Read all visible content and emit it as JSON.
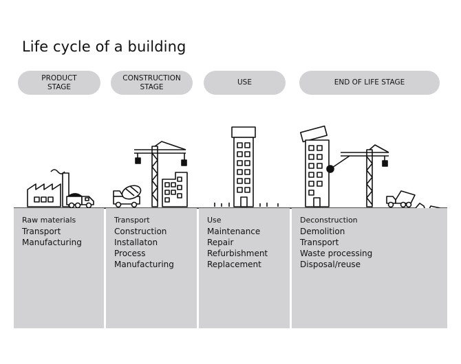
{
  "title": "Life cycle of a building",
  "stages": [
    {
      "label": "PRODUCT\nSTAGE",
      "items": [
        "Raw materials",
        "Transport",
        "Manufacturing"
      ]
    },
    {
      "label": "CONSTRUCTION\nSTAGE",
      "items": [
        "Transport",
        "Construction",
        "Installaton",
        "Process",
        "Manufacturing"
      ]
    },
    {
      "label": "USE",
      "items": [
        "Use",
        "Maintenance",
        "Repair",
        "Refurbishment",
        "Replacement"
      ]
    },
    {
      "label": "END OF LIFE STAGE",
      "items": [
        "Deconstruction",
        "Demolition",
        "Transport",
        "Waste processing",
        "Disposal/reuse"
      ]
    }
  ],
  "colors": {
    "panel": "#d2d1d3",
    "ink": "#111111",
    "background": "#ffffff"
  }
}
